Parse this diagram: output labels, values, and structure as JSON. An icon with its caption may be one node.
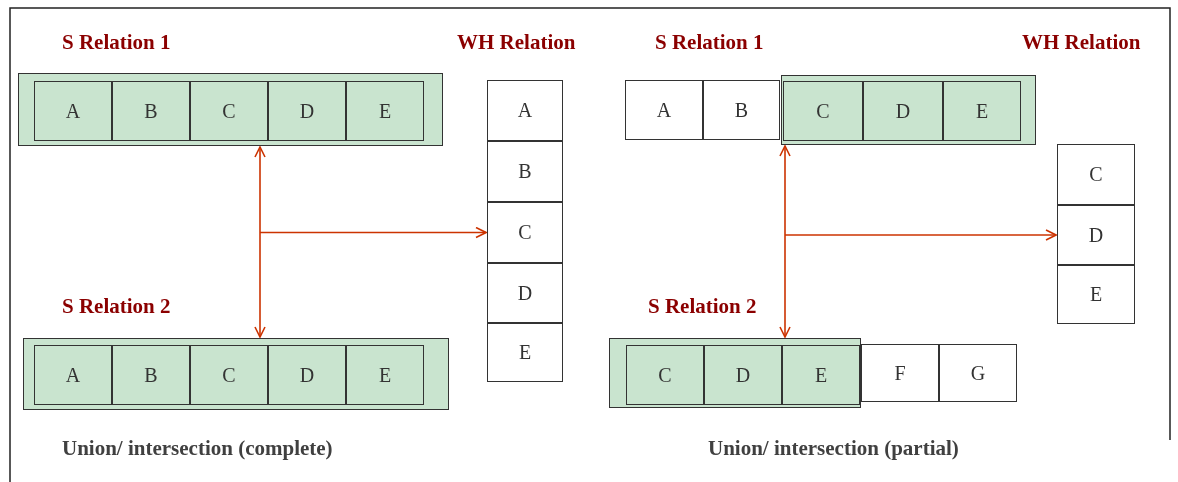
{
  "diagram": {
    "nodes": [
      {
        "text": [],
        "shape": "box"
      },
      {
        "text": [
          "A"
        ],
        "in": 0
      },
      {
        "text": [
          "B"
        ],
        "in": 0
      },
      {
        "text": [
          "C"
        ],
        "in": 0
      },
      {
        "text": [
          "D"
        ],
        "in": 0
      },
      {
        "text": [
          "E"
        ],
        "in": 0
      },
      {
        "text": [
          "A"
        ]
      },
      {
        "text": [
          "B"
        ]
      },
      {
        "text": [
          "C"
        ]
      },
      {
        "text": [
          "D"
        ]
      },
      {
        "text": [
          "E"
        ]
      },
      {
        "text": [
          "A"
        ]
      },
      {
        "text": [
          "B"
        ]
      },
      {
        "text": [],
        "shape": "box"
      },
      {
        "text": [
          "C"
        ],
        "in": 13
      },
      {
        "text": [
          "D"
        ],
        "in": 13
      },
      {
        "text": [
          "E"
        ],
        "in": 13
      },
      {
        "text": [
          "C"
        ]
      },
      {
        "text": [
          "D"
        ]
      },
      {
        "text": [
          "E"
        ]
      },
      {
        "text": [],
        "shape": "box"
      },
      {
        "text": [
          "A"
        ],
        "in": 20
      },
      {
        "text": [
          "B"
        ],
        "in": 20
      },
      {
        "text": [
          "C"
        ],
        "in": 20
      },
      {
        "text": [
          "D"
        ],
        "in": 20
      },
      {
        "text": [
          "E"
        ],
        "in": 20
      },
      {
        "text": [],
        "shape": "box"
      },
      {
        "text": [
          "C"
        ],
        "in": 26
      },
      {
        "text": [
          "D"
        ],
        "in": 26
      },
      {
        "text": [
          "E"
        ],
        "in": 26
      },
      {
        "text": [
          "F"
        ]
      },
      {
        "text": [
          "G"
        ]
      }
    ],
    "edges": [
      {
        "from": 0,
        "to": 20,
        "arrow": "both"
      },
      {
        "from": null,
        "to": 8,
        "arrow": "to"
      },
      {
        "from": 13,
        "to": 26,
        "arrow": "both"
      },
      {
        "from": null,
        "to": 18,
        "arrow": "to"
      }
    ],
    "labels": [
      "S Relation 1",
      "WH Relation",
      "S Relation 1",
      "WH Relation",
      "S Relation 2",
      "S Relation 2",
      "Union/ intersection (complete)",
      "Union/ intersection (partial)"
    ]
  }
}
